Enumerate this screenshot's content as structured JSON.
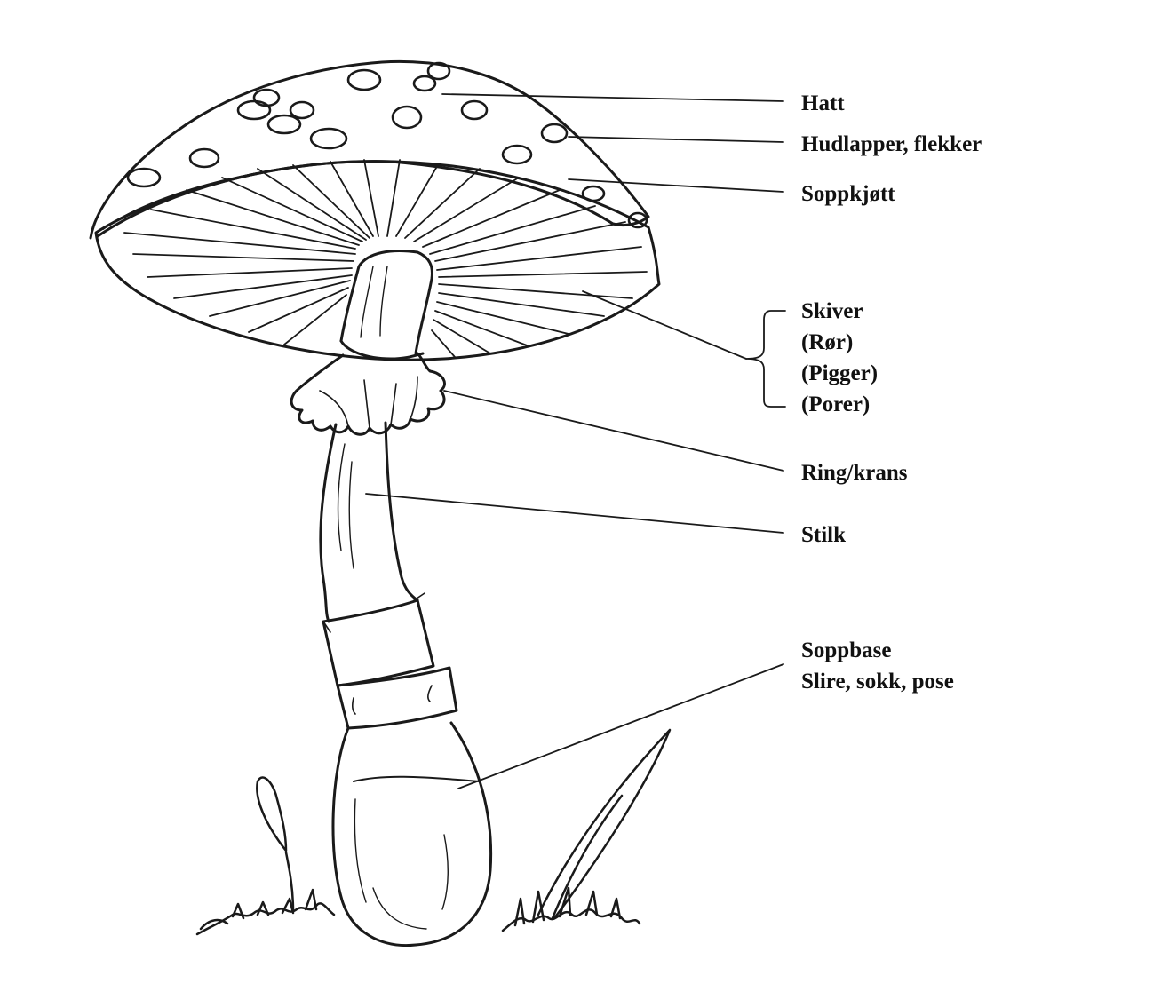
{
  "labels": {
    "hatt": "Hatt",
    "hudlapper": "Hudlapper, flekker",
    "soppkjott": "Soppkjøtt",
    "skiver": "Skiver",
    "ror": "(Rør)",
    "pigger": "(Pigger)",
    "porer": "(Porer)",
    "ring": "Ring/krans",
    "stilk": "Stilk",
    "soppbase": "Soppbase",
    "slire": "Slire, sokk, pose"
  },
  "colors": {
    "ink": "#1a1a1a",
    "background": "#ffffff"
  }
}
